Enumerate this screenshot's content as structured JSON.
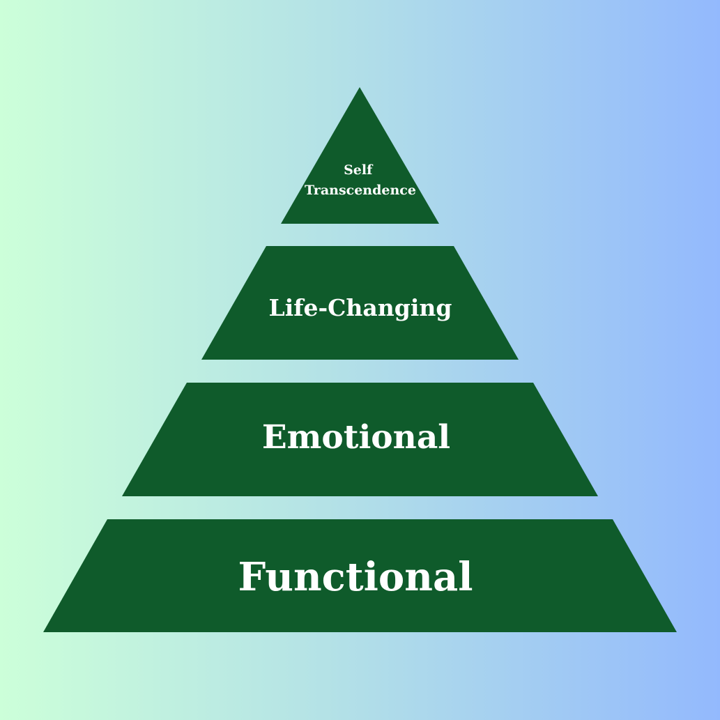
{
  "diagram": {
    "colors": {
      "tier_fill": "#0f5b2b",
      "text": "#ffffff",
      "background_left": "#ccffd9",
      "background_right": "#93b9fd"
    },
    "tiers": [
      {
        "id": "self-transcendence",
        "label_lines": [
          "Self",
          "Transcendence"
        ]
      },
      {
        "id": "life-changing",
        "label": "Life-Changing"
      },
      {
        "id": "emotional",
        "label": "Emotional"
      },
      {
        "id": "functional",
        "label": "Functional"
      }
    ]
  }
}
